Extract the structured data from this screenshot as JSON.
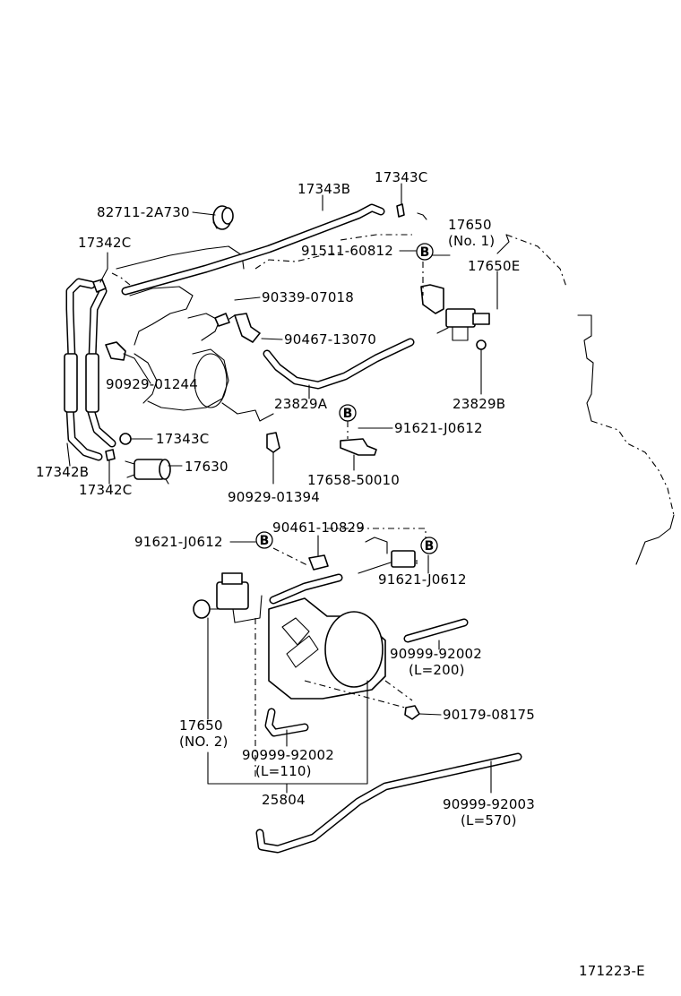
{
  "labels": {
    "p82711": "82711-2A730",
    "p17343b": "17343B",
    "p17343c_top": "17343C",
    "p17650_no1": "17650",
    "p17650_no1_sub": "(No. 1)",
    "p17342c_top": "17342C",
    "p91511": "91511-60812",
    "p17650e": "17650E",
    "p90339": "90339-07018",
    "p90467": "90467-13070",
    "p90929_01244": "90929-01244",
    "p23829a": "23829A",
    "p23829b": "23829B",
    "p91621_mid": "91621-J0612",
    "p17343c_bot": "17343C",
    "p17342b": "17342B",
    "p17630": "17630",
    "p17342c_bot": "17342C",
    "p17658": "17658-50010",
    "p90929_01394": "90929-01394",
    "p90461": "90461-10829",
    "p91621_left": "91621-J0612",
    "p91621_right": "91621-J0612",
    "p90999_92002_a": "90999-92002",
    "p90999_92002_a_sub": "(L=200)",
    "p90179": "90179-08175",
    "p17650_no2": "17650",
    "p17650_no2_sub": "(NO. 2)",
    "p90999_92002_b": "90999-92002",
    "p90999_92002_b_sub": "(L=110)",
    "p25804": "25804",
    "p90999_92003": "90999-92003",
    "p90999_92003_sub": "(L=570)",
    "ref": "171223-E",
    "marker_b": "B"
  }
}
